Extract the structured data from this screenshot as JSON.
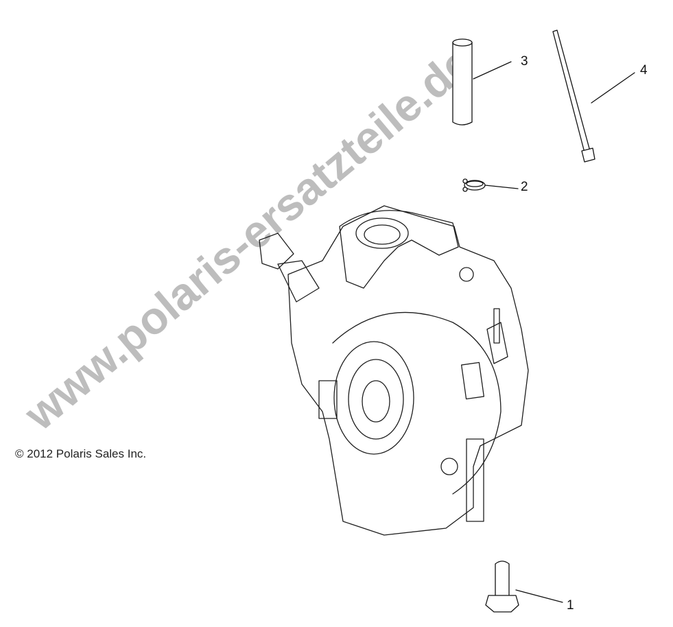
{
  "diagram": {
    "callouts": [
      {
        "number": "1",
        "part": "bolt"
      },
      {
        "number": "2",
        "part": "hose-clamp"
      },
      {
        "number": "3",
        "part": "vent-hose"
      },
      {
        "number": "4",
        "part": "cable-tie"
      }
    ],
    "copyright": "© 2012 Polaris Sales Inc.",
    "watermark": "www.polaris-ersatzteile.de",
    "colors": {
      "lines": "#111111",
      "watermark": "#bdbdbd",
      "background": "#ffffff"
    }
  }
}
